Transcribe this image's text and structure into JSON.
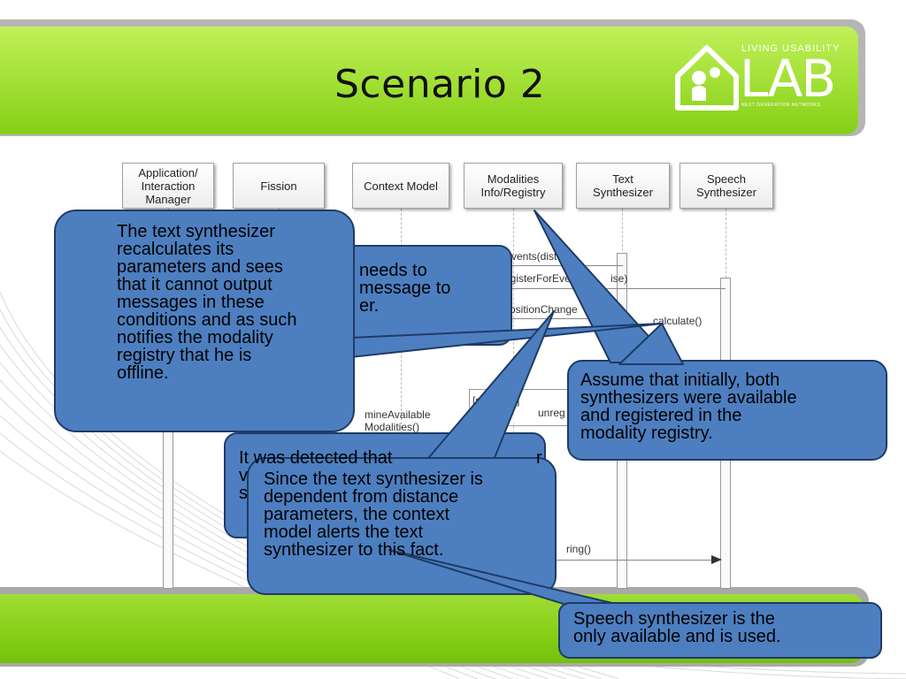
{
  "slide": {
    "title": "Scenario 2"
  },
  "logo": {
    "top_text": "LIVING USABILITY",
    "word": "LAB",
    "sub_text": "NEXT GENERATION NETWORKS"
  },
  "diagram": {
    "participants": [
      {
        "id": "app",
        "label": "Application/\nInteraction\nManager"
      },
      {
        "id": "fission",
        "label": "Fission"
      },
      {
        "id": "context",
        "label": "Context Model"
      },
      {
        "id": "registry",
        "label": "Modalities\nInfo/Registry"
      },
      {
        "id": "text",
        "label": "Text\nSynthesizer"
      },
      {
        "id": "speech",
        "label": "Speech\nSynthesizer"
      }
    ],
    "messages": [
      "Events(dist",
      "egisterForEve",
      "ise)",
      "ositionChange",
      "calculate()",
      "[s",
      "]",
      "unreg",
      "mineAvailable",
      "Modalities()",
      "ring()"
    ]
  },
  "callouts": [
    {
      "id": "callout-hidden-back",
      "text": "needs to\nmessage to\ner."
    },
    {
      "id": "callout-text-synth",
      "text": "The text synthesizer\nrecalculates its\nparameters and sees\nthat it cannot output\nmessages in these\nconditions and as such\nnotifies the modality\nregistry that he is\noffline."
    },
    {
      "id": "callout-assume",
      "text": "Assume that initially, both\nsynthesizers were available\nand registered in the\nmodality registry."
    },
    {
      "id": "callout-detected",
      "text": "It was detected that"
    },
    {
      "id": "callout-detected-frag1",
      "text": "r"
    },
    {
      "id": "callout-detected-frag2",
      "text": "v"
    },
    {
      "id": "callout-detected-frag3",
      "text": "s"
    },
    {
      "id": "callout-since",
      "text": "Since the text synthesizer is\ndependent from distance\nparameters, the context\nmodel alerts the text\nsynthesizer to this fact."
    },
    {
      "id": "callout-speech",
      "text": "Speech synthesizer is the\nonly available and is used."
    }
  ],
  "colors": {
    "callout_fill": "#4d7fc0",
    "callout_stroke": "#1f3b66",
    "header_green": "#a6e23a"
  }
}
